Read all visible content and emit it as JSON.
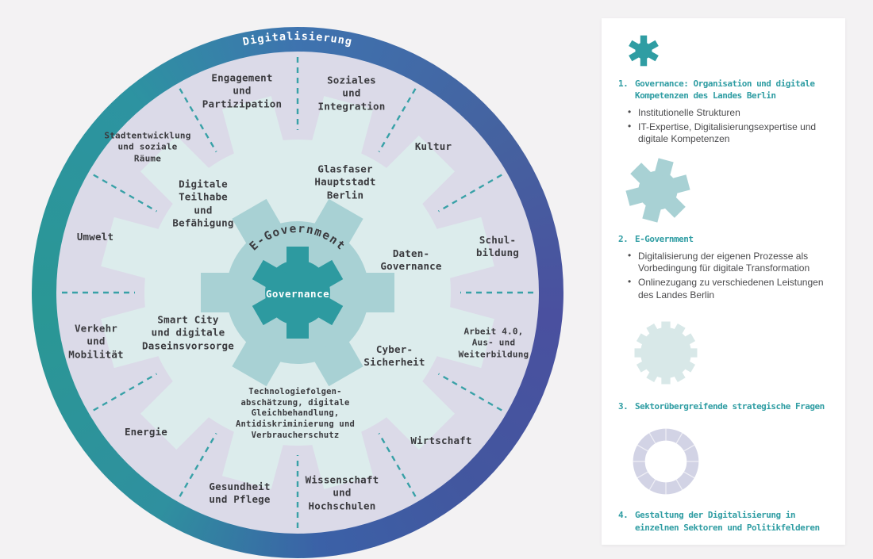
{
  "colors": {
    "teal_accent": "#2f9da3",
    "gear_governance": "#2d9aa0",
    "gear_egovernment": "#a8d1d4",
    "gear_strategic": "#dcecec",
    "sector_disc": "#dbdae8",
    "ring_teal": "#2a9795",
    "ring_blue": "#3e73af",
    "ring_indigo": "#4a509f",
    "label_text": "#3a3a3e"
  },
  "diagram": {
    "ring_label": "Digitalisierung",
    "governance_label": "Governance",
    "egovernment_label": "E-Government",
    "sectors": [
      "Engagement\nund\nPartizipation",
      "Soziales\nund\nIntegration",
      "Kultur",
      "Schul-\nbildung",
      "Arbeit 4.0,\nAus- und\nWeiterbildung",
      "Wirtschaft",
      "Wissenschaft\nund\nHochschulen",
      "Gesundheit\nund Pflege",
      "Energie",
      "Verkehr\nund\nMobilität",
      "Umwelt",
      "Stadtentwicklung\nund soziale\nRäume"
    ],
    "strategic_topics": [
      "Glasfaser\nHauptstadt\nBerlin",
      "Daten-\nGovernance",
      "Cyber-\nSicherheit",
      "Technologiefolgen-\nabschätzung, digitale\nGleichbehandlung,\nAntidiskriminierung und\nVerbraucherschutz",
      "Smart City\nund digitale\nDaseinsvorsorge",
      "Digitale\nTeilhabe\nund\nBefähigung"
    ]
  },
  "legend": {
    "items": [
      {
        "number": "1.",
        "title": "Governance: Organisation und digitale Kompetenzen des Landes Berlin",
        "icon": "governance-gear-icon",
        "bullets": [
          "Institutionelle Strukturen",
          "IT-Expertise, Digitalisierungsexpertise und digitale Kompetenzen"
        ]
      },
      {
        "number": "2.",
        "title": "E-Government",
        "icon": "egovernment-gear-icon",
        "bullets": [
          "Digitalisierung der eigenen Prozesse als Vorbedingung für digitale Transformation",
          "Onlinezugang zu verschiedenen Leistungen des Landes Berlin"
        ]
      },
      {
        "number": "3.",
        "title": "Sektorübergreifende strategische Fragen",
        "icon": "strategic-gear-icon",
        "bullets": []
      },
      {
        "number": "4.",
        "title": "Gestaltung der Digitalisierung in einzelnen Sektoren und Politikfelderen",
        "icon": "sector-ring-icon",
        "bullets": []
      }
    ]
  }
}
